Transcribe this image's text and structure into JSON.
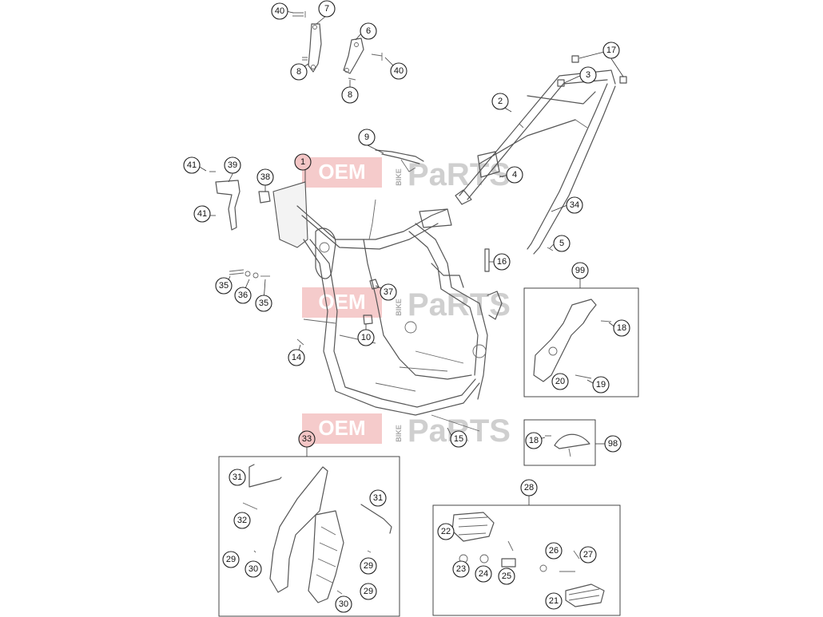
{
  "watermark": {
    "oem": "OEM",
    "bike": "BIKE",
    "parts": "PaRTS"
  },
  "callouts": [
    "1",
    "2",
    "3",
    "4",
    "5",
    "6",
    "7",
    "8",
    "8",
    "9",
    "10",
    "14",
    "15",
    "16",
    "17",
    "18",
    "18",
    "19",
    "20",
    "21",
    "22",
    "23",
    "24",
    "25",
    "26",
    "27",
    "28",
    "29",
    "29",
    "29",
    "30",
    "30",
    "31",
    "31",
    "32",
    "33",
    "34",
    "35",
    "35",
    "36",
    "37",
    "38",
    "39",
    "40",
    "40",
    "41",
    "41",
    "98",
    "99"
  ],
  "colors": {
    "accent": "#e88b8b",
    "line": "#555555"
  }
}
